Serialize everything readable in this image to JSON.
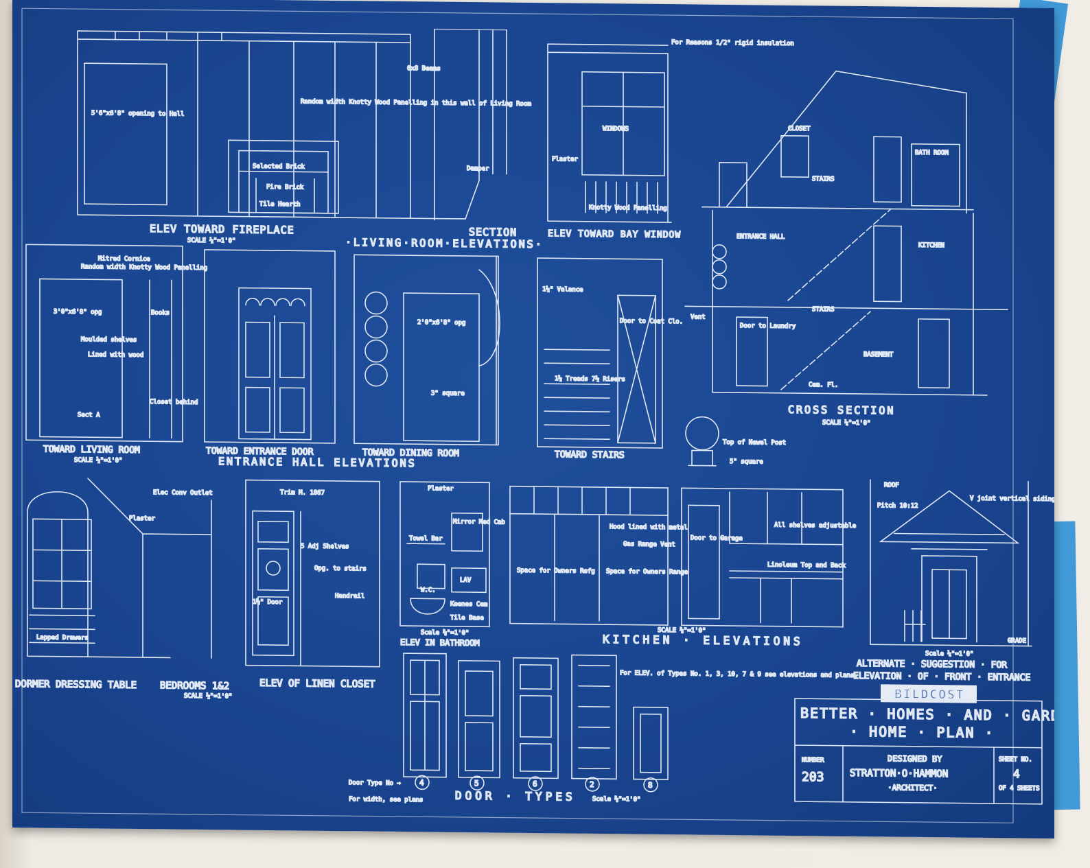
{
  "top_row": {
    "elev_toward_fireplace": "ELEV  TOWARD  FIREPLACE",
    "section": "SECTION",
    "elev_toward_bay_window": "ELEV TOWARD BAY WINDOW",
    "scale_half": "SCALE ½\"=1'0\"",
    "living_room_elevations": "·LIVING·ROOM·ELEVATIONS·",
    "notes": {
      "opening": "5'6\"x6'8\" opening to Hall",
      "panelling": "Random width Knotty Wood Panelling in this wall of Living Room",
      "brick": "Selected Brick",
      "fire_brick": "Fire Brick",
      "tile_hearth": "Tile Hearth",
      "damper": "Damper",
      "beams": "6x8 Beams",
      "plaster": "Plaster",
      "windows": "WINDOWS",
      "knotty_panelling": "Knotty Wood Panelling",
      "insulation": "For Reasons 1/2\" rigid insulation"
    }
  },
  "cross_section": {
    "title": "CROSS  SECTION",
    "scale": "SCALE ¼\"=1'0\"",
    "closet": "CLOSET",
    "stairs_upper": "STAIRS",
    "bath_room": "BATH ROOM",
    "entrance_hall": "ENTRANCE HALL",
    "kitchen": "KITCHEN",
    "stairs_lower": "STAIRS",
    "basement": "BASEMENT",
    "door_laundry": "Door to Laundry",
    "vent": "Vent",
    "cem_fl": "Cem. Fl."
  },
  "entrance_hall": {
    "toward_living_room": "TOWARD LIVING ROOM",
    "toward_entrance_door": "TOWARD ENTRANCE DOOR",
    "toward_dining_room": "TOWARD DINING ROOM",
    "toward_stairs": "TOWARD STAIRS",
    "scale": "SCALE ½\"=1'0\"",
    "title": "ENTRANCE  HALL  ELEVATIONS",
    "notes": {
      "mitred_cornice": "Mitred Cornice",
      "random_width": "Random width Knotty Wood Panelling",
      "opg_1": "3'0\"x6'8\" opg",
      "shelves": "Moulded shelves",
      "lined": "Lined with wood",
      "books": "Books",
      "closet_behind": "Closet behind",
      "sect_a": "Sect A",
      "opg_2": "2'0\"x6'8\" opg",
      "square": "3\" square",
      "valance": "1½\" Valance",
      "door_coat": "Door to Coat Clo.",
      "treads": "1½ Treads 7½ Risers",
      "top_newel": "Top of Newel Post",
      "newel_square": "5\" square"
    }
  },
  "bottom_left": {
    "dormer_dressing_table": "DORMER  DRESSING TABLE",
    "bedrooms": "BEDROOMS 1&2",
    "scale": "SCALE ½\"=1'0\"",
    "elev_linen_closet": "ELEV OF LINEN CLOSET",
    "notes": {
      "plaster": "Plaster",
      "outlet": "Elec Conv Outlet",
      "lapped": "Lapped Drawers",
      "trim": "Trim M. 1867",
      "adj_shelves": "5 Adj Shelves",
      "opg_stairs": "Opg. to stairs",
      "handrail": "Handrail",
      "door": "1⅜\" Door"
    }
  },
  "bathroom": {
    "title": "ELEV IN BATHROOM",
    "scale": "Scale ⅜\"=1'0\"",
    "plaster": "Plaster",
    "mirror": "Mirror Med Cab",
    "towel": "Towel Bar",
    "lav": "LAV",
    "wc": "W.C.",
    "tile": "Tile Base",
    "cem": "Keenes Cem"
  },
  "kitchen": {
    "title": "KITCHEN  ·  ELEVATIONS",
    "scale": "SCALE ⅜\"=1'0\"",
    "refrig": "Space for Owners Refg",
    "range": "Space for Owners Range",
    "metal": "Hood lined with metal",
    "gas_vent": "Gas Range Vent",
    "shelves": "All shelves adjustable",
    "linoleum": "Linoleum Top and Back",
    "door_garage": "Door to Garage"
  },
  "front_entrance": {
    "roof": "ROOF",
    "pitch": "Pitch 10:12",
    "v_joint": "V joint vertical siding",
    "grade": "GRADE",
    "scale": "Scale ¼\"=1'0\"",
    "line1": "ALTERNATE · SUGGESTION · FOR",
    "line2": "ELEVATION · OF · FRONT · ENTRANCE"
  },
  "door_types": {
    "label": "Door Type No →",
    "numbers": [
      "4",
      "5",
      "6",
      "2",
      "8"
    ],
    "width_note": "For width, see plans",
    "title": "DOOR · TYPES",
    "scale": "Scale ⅜\"=1'0\"",
    "note": "For ELEV. of Types No. 1, 3, 10, 7 & 9 see elevations and plans."
  },
  "title_block": {
    "brand": "BILDCOST",
    "line1": "BETTER · HOMES · AND · GARDENS",
    "line2": "· HOME · PLAN ·",
    "number_label": "NUMBER",
    "number": "203",
    "designed_by": "DESIGNED BY",
    "architect_name": "STRATTON·O·HAMMON",
    "architect_role": "·ARCHITECT·",
    "sheet_label": "SHEET NO.",
    "sheet_no": "4",
    "sheet_of": "OF 4 SHEETS"
  }
}
